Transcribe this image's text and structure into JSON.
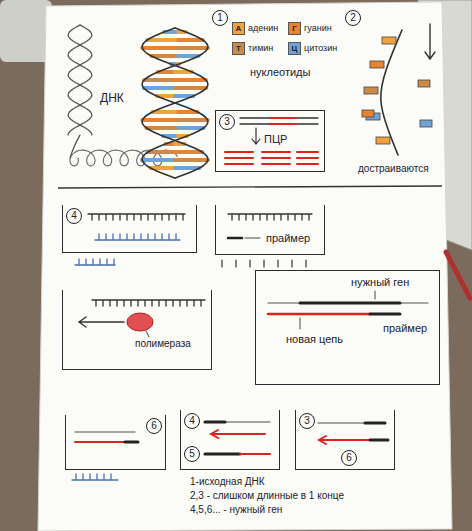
{
  "diagram": {
    "nodes": [
      {
        "text": [
          "3",
          "ПЦР"
        ]
      },
      {
        "text": [
          "4"
        ]
      },
      {
        "text": [
          "праймер"
        ]
      },
      {
        "text": [
          "полимераза"
        ]
      },
      {
        "text": [
          "нужный ген",
          "праймер",
          "новая цепь"
        ]
      },
      {
        "text": [
          "6"
        ]
      },
      {
        "text": [
          "4",
          "5"
        ]
      },
      {
        "text": [
          "3",
          "6"
        ]
      }
    ],
    "labels": [
      "ДНК",
      "1",
      "А",
      "Г",
      "Т",
      "Ц",
      "нуклеотиды",
      "2",
      "достраиваются",
      "1-исходная ДНК",
      "2,3 - слишком длинные в 1 конце",
      "4,5,6... - нужный ген"
    ],
    "legend": [
      {
        "text": "аденин",
        "color": "#f2a23c"
      },
      {
        "text": "гуанин",
        "color": "#e8842e"
      },
      {
        "text": "тимин",
        "color": "#c98a4a"
      },
      {
        "text": "цитозин",
        "color": "#6fa3d6"
      }
    ]
  }
}
